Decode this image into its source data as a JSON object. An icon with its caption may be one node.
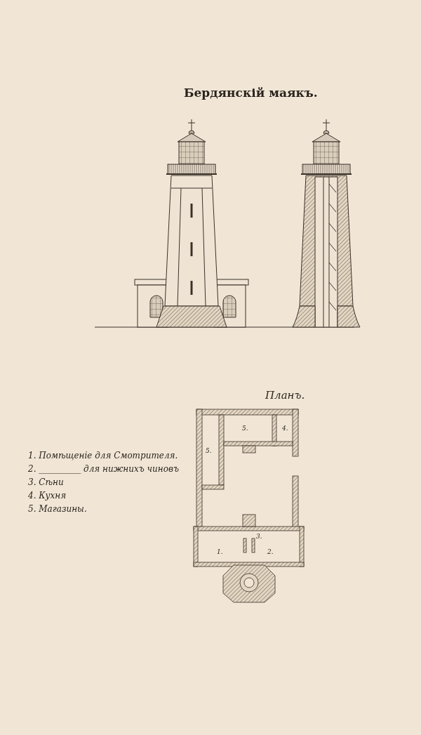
{
  "diagram": {
    "title": "Бердянскій маякъ.",
    "labels": [
      "Планъ.",
      "1. Помѣщеніе для Смотрителя.",
      "2. __________ для нижнихъ чиновъ",
      "3. Сѣни",
      "4. Кухня",
      "5. Магазины.",
      "5.",
      "4.",
      "5.",
      "3.",
      "1.",
      "2."
    ]
  }
}
